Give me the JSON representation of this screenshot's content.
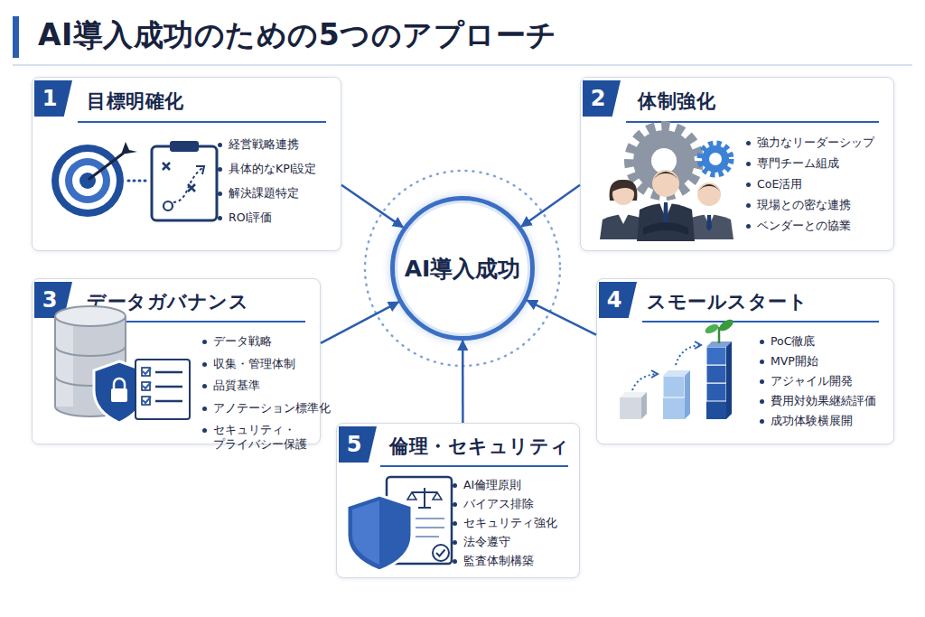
{
  "diagram": {
    "title": "AI導入成功のための5つのアプローチ",
    "nodes": [
      {
        "text": [
          "1",
          "目標明確化",
          "経営戦略連携",
          "具体的なKPI設定",
          "解決課題特定",
          "ROI評価"
        ]
      },
      {
        "text": [
          "2",
          "体制強化",
          "強力なリーダーシップ",
          "専門チーム組成",
          "CoE活用",
          "現場との密な連携",
          "ベンダーとの協業"
        ]
      },
      {
        "text": [
          "AI導入成功"
        ]
      },
      {
        "text": [
          "3",
          "データガバナンス",
          "データ戦略",
          "収集・管理体制",
          "品質基準",
          "アノテーション標準化",
          "セキュリティ・ プライバシー保護"
        ]
      },
      {
        "text": [
          "4",
          "スモールスタート",
          "PoC徹底",
          "MVP開始",
          "アジャイル開発",
          "費用対効果継続評価",
          "成功体験横展開"
        ]
      },
      {
        "text": [
          "5",
          "倫理・セキュリティ",
          "AI倫理原則",
          "バイアス排除",
          "セキュリティ強化",
          "法令遵守",
          "監査体制構築"
        ]
      }
    ],
    "edges": [
      {
        "from": 0,
        "to": 2,
        "arrow": "to"
      },
      {
        "from": 1,
        "to": 2,
        "arrow": "to"
      },
      {
        "from": 3,
        "to": 2,
        "arrow": "to"
      },
      {
        "from": 4,
        "to": 2,
        "arrow": "to"
      },
      {
        "from": 5,
        "to": 2,
        "arrow": "to"
      }
    ]
  }
}
